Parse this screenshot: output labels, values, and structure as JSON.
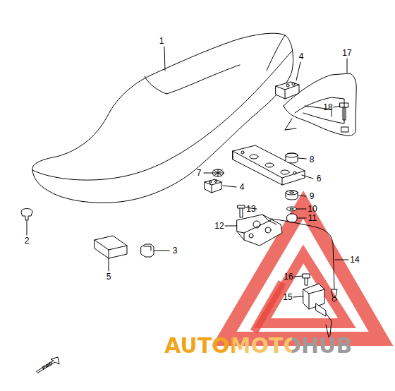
{
  "diagram": {
    "labels": [
      "1",
      "2",
      "3",
      "4",
      "4",
      "5",
      "6",
      "7",
      "8",
      "9",
      "10",
      "11",
      "12",
      "13",
      "14",
      "15",
      "16",
      "17",
      "18",
      "FWD",
      "AUTOMOTOHUB"
    ]
  }
}
